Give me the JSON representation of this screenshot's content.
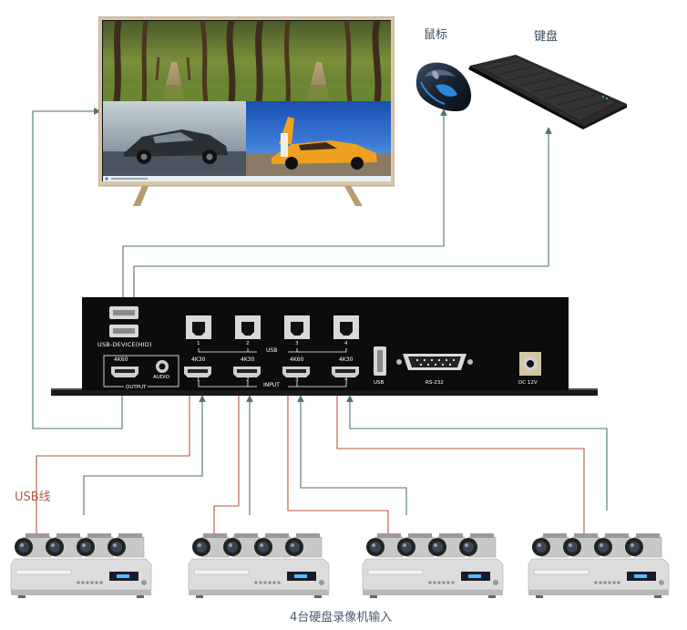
{
  "labels": {
    "mouse": "鼠标",
    "keyboard": "键盘",
    "usb_cable": "USB线",
    "bottom": "4台硬盘录像机输入"
  },
  "device": {
    "usb_device_hid": "USB-DEVICE(HID)",
    "output_4k": "4K60",
    "audio": "AUDIO",
    "output": "OUTPUT",
    "usb_group": "USB",
    "input_group": "INPUT",
    "inputs": [
      {
        "num": "1",
        "res": "4K30"
      },
      {
        "num": "2",
        "res": "4K30"
      },
      {
        "num": "3",
        "res": "4K60"
      },
      {
        "num": "4",
        "res": "4K30"
      }
    ],
    "usb_port": "USB",
    "rs232": "RS-232",
    "dc": "DC 12V"
  },
  "colors": {
    "hdmi_line": "#4e7272",
    "usb_line": "#b4553f",
    "device_body": "#0c0c0c"
  }
}
